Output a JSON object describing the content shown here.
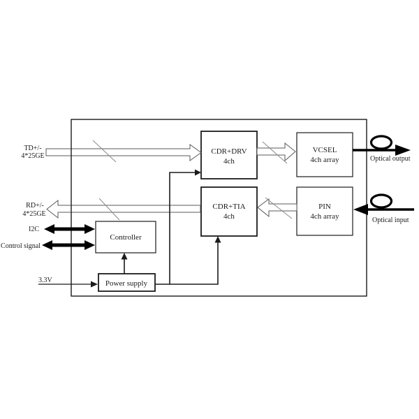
{
  "diagram": {
    "title": "optical-transceiver-block-diagram",
    "blocks": {
      "cdr_drv": {
        "line1": "CDR+DRV",
        "line2": "4ch"
      },
      "vcsel": {
        "line1": "VCSEL",
        "line2": "4ch array"
      },
      "cdr_tia": {
        "line1": "CDR+TIA",
        "line2": "4ch"
      },
      "pin": {
        "line1": "PIN",
        "line2": "4ch array"
      },
      "controller": {
        "label": "Controller"
      },
      "power_supply": {
        "label": "Power supply"
      }
    },
    "ports": {
      "td": {
        "line1": "TD+/-",
        "line2": "4*25GE"
      },
      "rd": {
        "line1": "RD+/-",
        "line2": "4*25GE"
      },
      "i2c": "I2C",
      "control_signal": "Control signal",
      "supply_voltage": "3.3V",
      "optical_output": "Optical output",
      "optical_input": "Optical input"
    },
    "colors": {
      "line": "#1b1b1b",
      "thick_arrow": "#000000",
      "hollow_arrow_stroke": "#5a5a5a",
      "slash": "#8a8a8a",
      "background": "#ffffff"
    }
  }
}
